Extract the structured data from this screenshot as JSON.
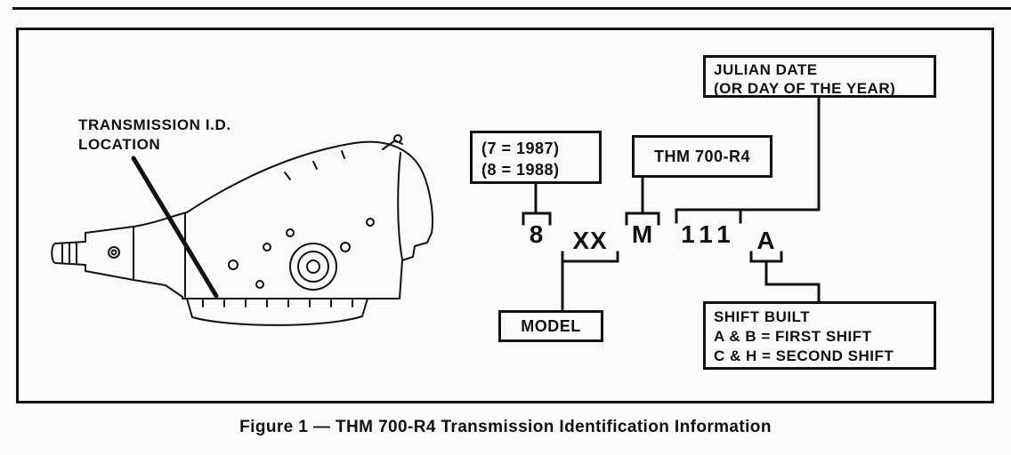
{
  "figure": {
    "caption": "Figure 1 — THM 700-R4 Transmission Identification Information"
  },
  "diagram": {
    "id_location_label": {
      "line1": "TRANSMISSION I.D.",
      "line2": "LOCATION"
    },
    "code": {
      "year_digit": "8",
      "model_placeholder": "XX",
      "transmission_letter": "M",
      "julian_date": "111",
      "shift_letter": "A"
    },
    "callouts": {
      "year": {
        "line1": "(7 = 1987)",
        "line2": "(8 = 1988)"
      },
      "transmission": {
        "label": "THM 700-R4"
      },
      "julian": {
        "line1": "JULIAN DATE",
        "line2": "(OR DAY OF THE YEAR)"
      },
      "model": {
        "label": "MODEL"
      },
      "shift": {
        "line1": "SHIFT BUILT",
        "line2": "A & B = FIRST SHIFT",
        "line3": "C & H = SECOND SHIFT"
      }
    }
  },
  "colors": {
    "ink": "#111111",
    "paper": "#fbfbfa"
  }
}
